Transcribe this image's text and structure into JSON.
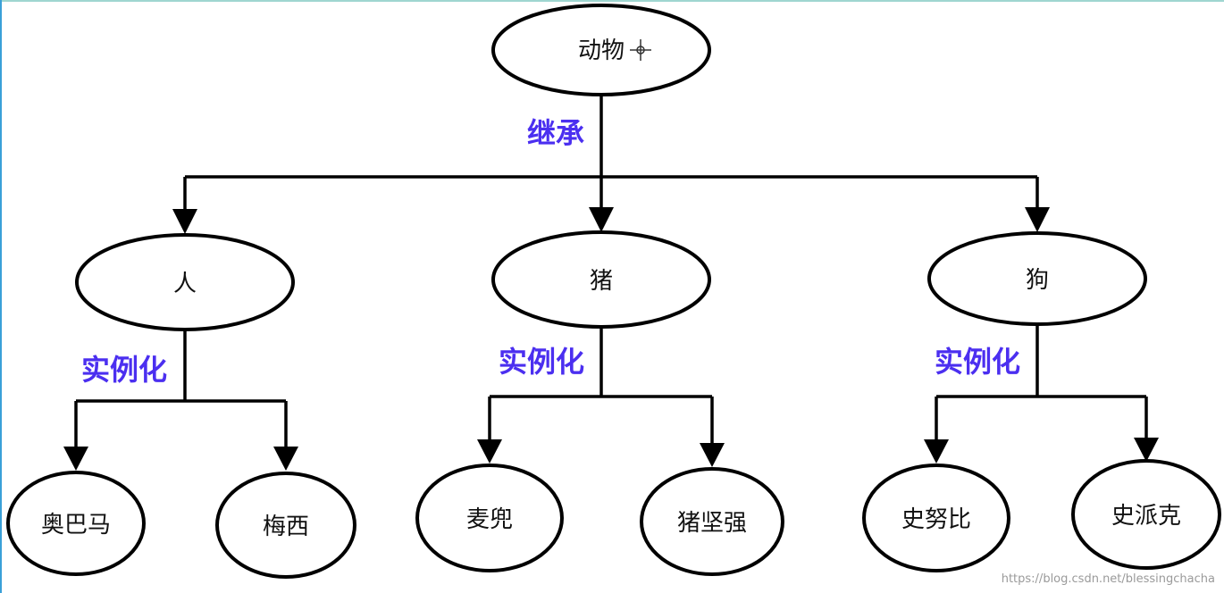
{
  "colors": {
    "node_stroke": "#000000",
    "edge": "#000000",
    "edge_label": "#4b2ff0",
    "top_border": "#9fd6d0",
    "left_border": "#3aa0d8"
  },
  "nodes": {
    "animal": "动物",
    "person": "人",
    "pig": "猪",
    "dog": "狗",
    "obama": "奥巴马",
    "messi": "梅西",
    "mcdull": "麦兜",
    "pig_jianqiang": "猪坚强",
    "snoopy": "史努比",
    "spike": "史派克"
  },
  "edge_labels": {
    "inherit": "继承",
    "instantiate_person": "实例化",
    "instantiate_pig": "实例化",
    "instantiate_dog": "实例化"
  },
  "icons": {
    "cursor": "crosshair-cursor-icon"
  },
  "watermark": "https://blog.csdn.net/blessingchacha"
}
